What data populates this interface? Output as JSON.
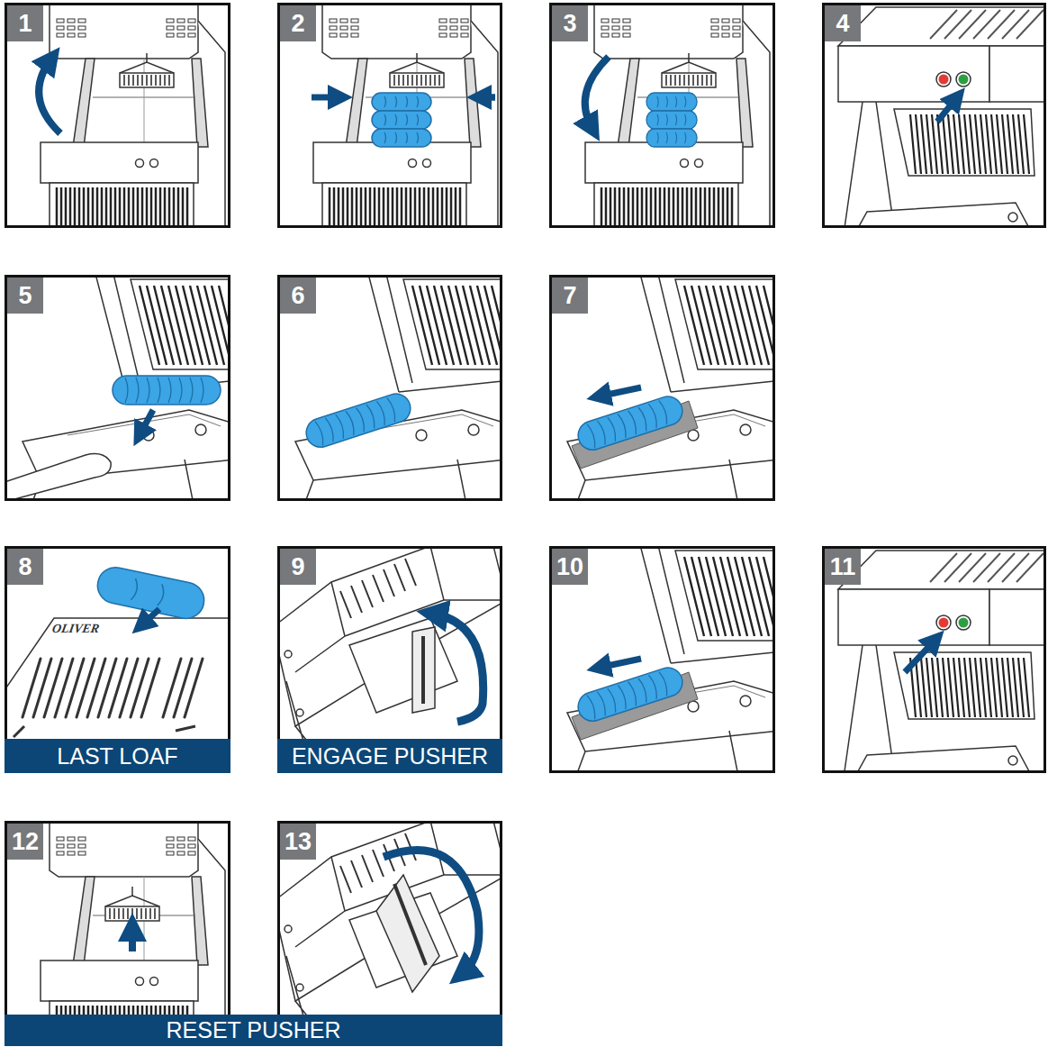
{
  "diagram": {
    "nodes": [
      {
        "text": [
          "1"
        ]
      },
      {
        "text": [
          "2"
        ]
      },
      {
        "text": [
          "3"
        ]
      },
      {
        "text": [
          "4"
        ]
      },
      {
        "text": [
          "5"
        ]
      },
      {
        "text": [
          "6"
        ]
      },
      {
        "text": [
          "7"
        ]
      },
      {
        "text": [
          "8",
          "LAST LOAF"
        ]
      },
      {
        "text": [
          "9",
          "ENGAGE PUSHER"
        ]
      },
      {
        "text": [
          "10"
        ]
      },
      {
        "text": [
          "11"
        ]
      },
      {
        "text": [
          "12"
        ]
      },
      {
        "text": [
          "13"
        ]
      },
      {
        "text": [
          "RESET PUSHER"
        ]
      }
    ],
    "labels": [
      "OLIVER"
    ]
  }
}
